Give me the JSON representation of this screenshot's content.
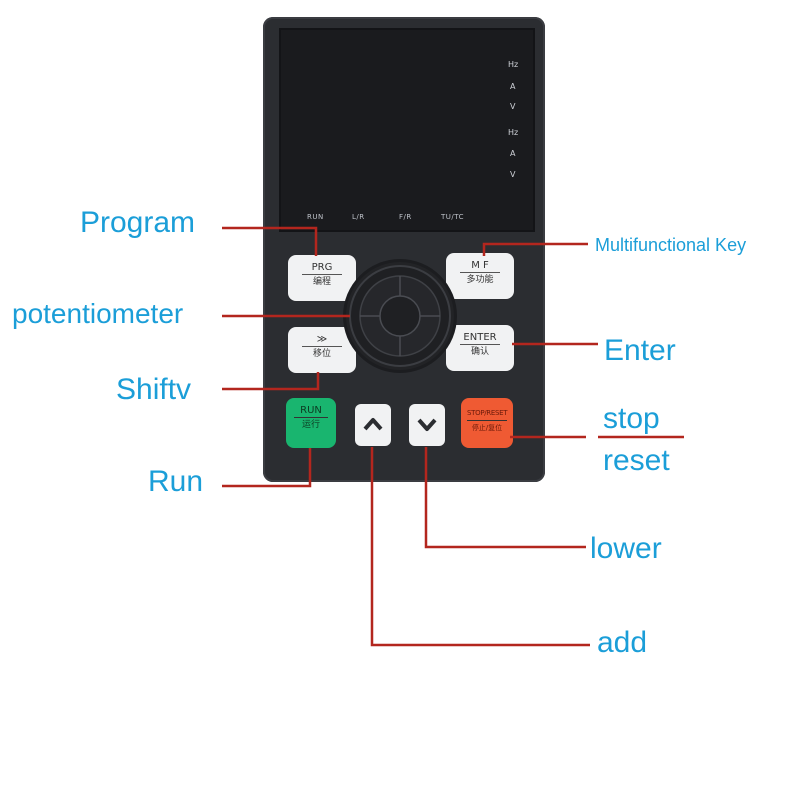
{
  "display": {
    "indicators_right": [
      "Hz",
      "A",
      "V",
      "Hz",
      "A",
      "V"
    ],
    "leds": [
      "RUN",
      "L/R",
      "F/R",
      "TU/TC"
    ]
  },
  "keys": {
    "prg": {
      "top": "PRG",
      "bottom": "编程"
    },
    "mf": {
      "top": "M F",
      "bottom": "多功能"
    },
    "shift": {
      "top": "≫",
      "bottom": "移位"
    },
    "enter": {
      "top": "ENTER",
      "bottom": "确认"
    },
    "run": {
      "top": "RUN",
      "bottom": "运行"
    },
    "stop": {
      "top": "STOP/RESET",
      "bottom": "停止/复位"
    }
  },
  "labels": {
    "program": "Program",
    "multifunctional": "Multifunctional Key",
    "potentiometer": "potentiometer",
    "enter": "Enter",
    "shift": "Shiftv",
    "stop": "stop",
    "reset": "reset",
    "run": "Run",
    "lower": "lower",
    "add": "add"
  },
  "colors": {
    "label_text": "#1b9ed8",
    "leader_line": "#b3261e",
    "panel": "#2b2d31",
    "run_key": "#19b56f",
    "stop_key": "#ef5a33"
  }
}
